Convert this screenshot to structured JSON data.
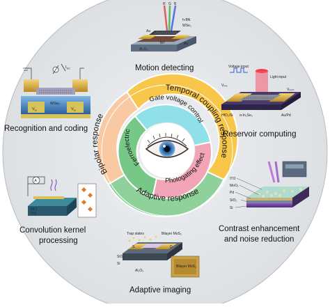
{
  "center": {
    "ring_outer": {
      "bipolar": "Bipolar response",
      "temporal": "Temporal coupling response",
      "adaptive": "Adaptive response"
    },
    "ring_inner": {
      "gate": "Gate voltage control",
      "ferro": "Ferroelectric",
      "photogating": "Photogating effect"
    },
    "eye_icon": "eye-icon"
  },
  "applications": {
    "motion": "Motion detecting",
    "reservoir": "Reservoir computing",
    "contrast_line1": "Contrast enhancement",
    "contrast_line2": "and noise reduction",
    "adaptive_imaging": "Adaptive imaging",
    "convolution_line1": "Convolution kernel",
    "convolution_line2": "processing",
    "recognition": "Recognition and coding"
  },
  "insets": {
    "motion": {
      "hbn": "h-BN",
      "wse2": "WSe₂",
      "au": "Au",
      "bp": "BP",
      "al2o3": "Al₂O₃",
      "r": "R",
      "g": "G",
      "b": "B"
    },
    "reservoir": {
      "voltage": "Voltage input",
      "light": "Light input",
      "vpre": "Vₚᵣₑ",
      "vpost": "Vₚₒₛₜ",
      "hfo2": "HfO₂/Si",
      "ain2se3": "α-In₂Se₃",
      "aupd": "Au/Pd"
    },
    "contrast": {
      "ito": "ITO",
      "moox": "MoOₓ",
      "pd": "Pd",
      "sio2": "SiO₂",
      "si": "Si"
    },
    "adaptive_imaging": {
      "trap": "Trap states",
      "bilayer": "Bilayer MoS₂",
      "s": "S",
      "d": "D",
      "sio2": "SiO₂",
      "si": "Si",
      "al2o3": "Al₂O₃",
      "bilayer_box": "Bilayer MoS₂"
    },
    "convolution": {
      "a": "A"
    },
    "recognition": {
      "wse2": "WSe₂",
      "isc": "I",
      "isc_sub": "SC",
      "vg1": "V",
      "vg2": "V",
      "g": "G"
    }
  }
}
